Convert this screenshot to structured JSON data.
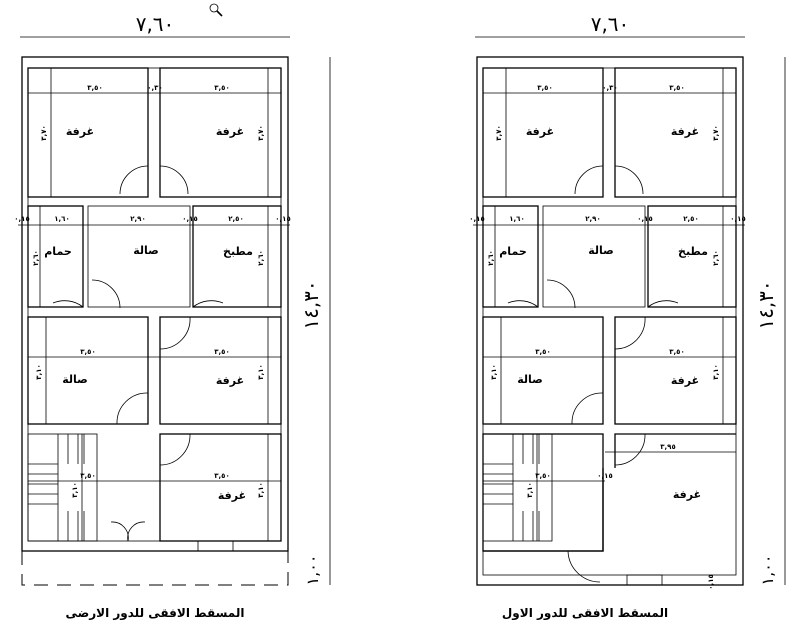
{
  "toolbar": {
    "zoom_icon": "magnifier-icon"
  },
  "overall": {
    "width": "٧,٦٠",
    "length": "١٤,٣٠",
    "setback": "١,٠٠"
  },
  "rooms": {
    "bedroom": "غرفة",
    "hall": "صالة",
    "bath": "حمام",
    "kitchen": "مطبخ"
  },
  "dims": {
    "d350": "٣,٥٠",
    "d370": "٣,٧٠",
    "d030": "٠,٣٠",
    "d160": "١,٦٠",
    "d290": "٢,٩٠",
    "d015": "٠,١٥",
    "d250": "٢,٥٠",
    "d260": "٢,٦٠",
    "d310": "٣,١٠",
    "d395": "٣,٩٥"
  },
  "plans": {
    "ground": {
      "caption": "المسقط الافقى للدور الارضى"
    },
    "first": {
      "caption": "المسقط الافقى للدور الاول"
    }
  }
}
